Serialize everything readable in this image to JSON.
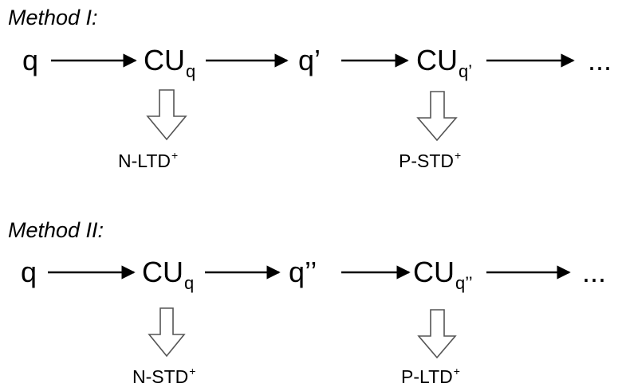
{
  "methods": [
    {
      "title": "Method I:",
      "nodes": [
        {
          "base": "q",
          "sub": ""
        },
        {
          "base": "CU",
          "sub": "q"
        },
        {
          "base": "q’",
          "sub": ""
        },
        {
          "base": "CU",
          "sub": "q’"
        },
        {
          "base": "...",
          "sub": ""
        }
      ],
      "outputs": [
        {
          "base": "N-LTD",
          "sup": "+"
        },
        {
          "base": "P-STD",
          "sup": "+"
        }
      ]
    },
    {
      "title": "Method II:",
      "nodes": [
        {
          "base": "q",
          "sub": ""
        },
        {
          "base": "CU",
          "sub": "q"
        },
        {
          "base": "q’’",
          "sub": ""
        },
        {
          "base": "CU",
          "sub": "q’’"
        },
        {
          "base": "...",
          "sub": ""
        }
      ],
      "outputs": [
        {
          "base": "N-STD",
          "sup": "+"
        },
        {
          "base": "P-LTD",
          "sup": "+"
        }
      ]
    }
  ],
  "colors": {
    "arrow": "#000000",
    "hollow_arrow_stroke": "#555555",
    "hollow_arrow_fill": "#ffffff"
  }
}
